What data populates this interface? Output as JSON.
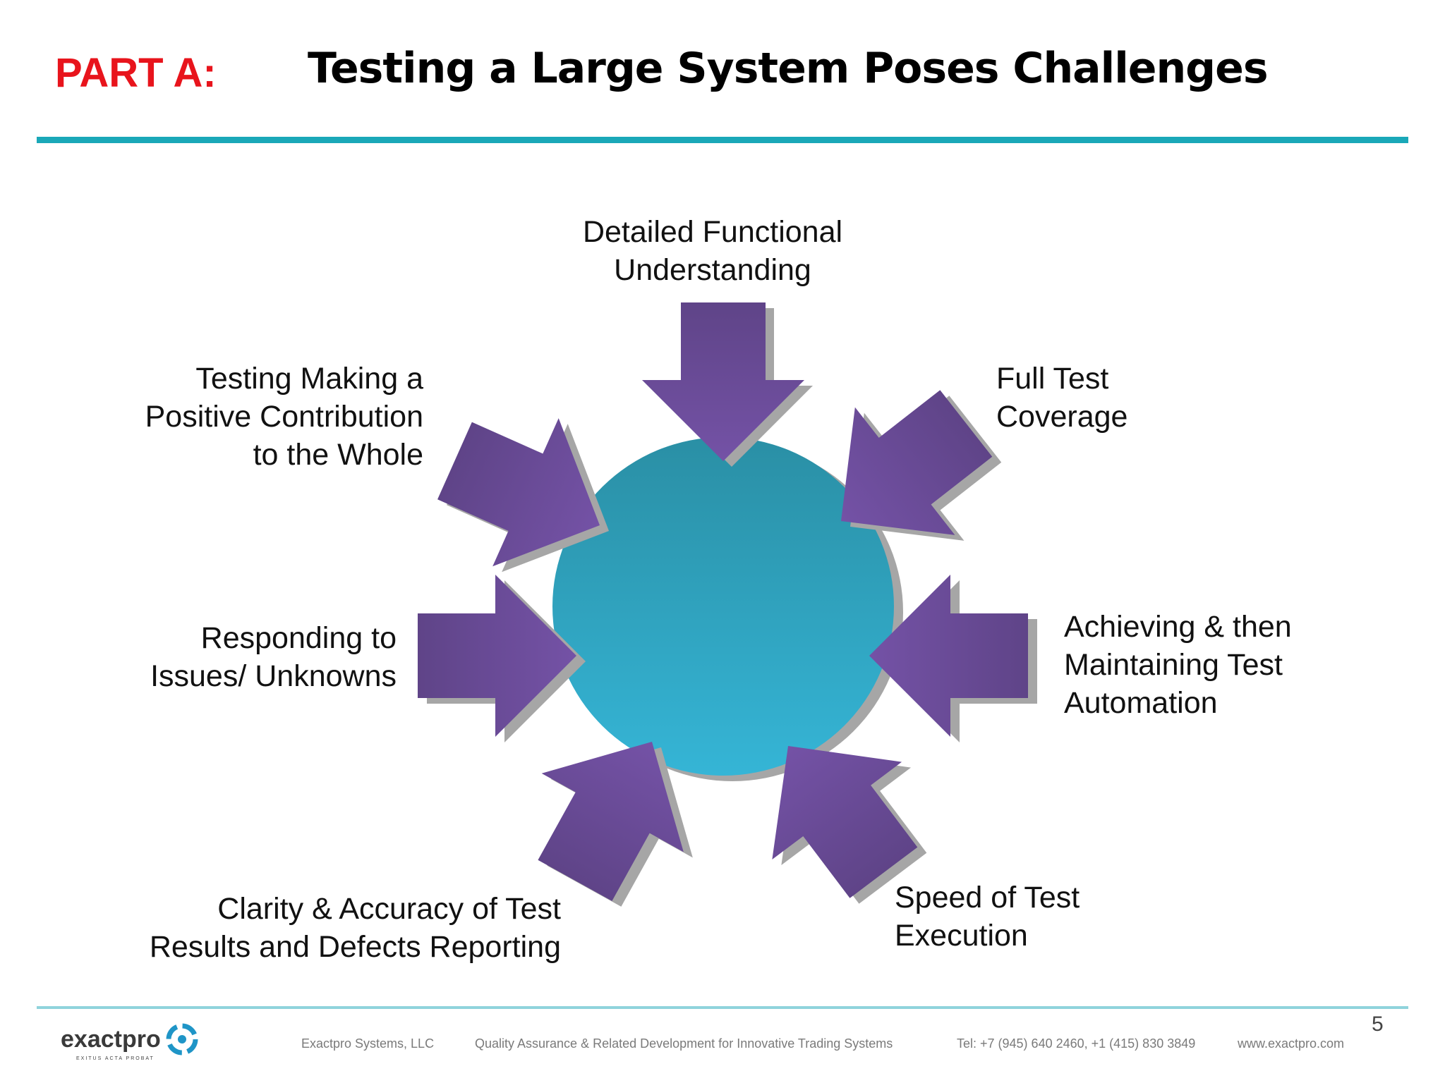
{
  "header": {
    "part_label": "PART A:",
    "title": "Testing a Large System Poses Challenges"
  },
  "diagram": {
    "center_color": "#2aa3c4",
    "arrow_color": "#6b4b9a",
    "shadow_color": "#a6a6a6",
    "labels": {
      "top": "Detailed Functional\nUnderstanding",
      "top_right": "Full Test\nCoverage",
      "right": "Achieving & then\nMaintaining Test\nAutomation",
      "bottom_right": "Speed of Test\nExecution",
      "bottom_left": "Clarity & Accuracy of Test\nResults and Defects Reporting",
      "left": "Responding to\nIssues/ Unknowns",
      "top_left": "Testing Making a\nPositive Contribution\nto the Whole"
    }
  },
  "footer": {
    "logo_text": "exactpro",
    "logo_tagline": "EXITUS ACTA PROBAT",
    "company": "Exactpro Systems, LLC",
    "tagline": "Quality Assurance & Related Development for Innovative Trading Systems",
    "phone": "Tel: +7 (945) 640 2460, +1 (415) 830 3849",
    "website": "www.exactpro.com",
    "page_number": "5"
  }
}
